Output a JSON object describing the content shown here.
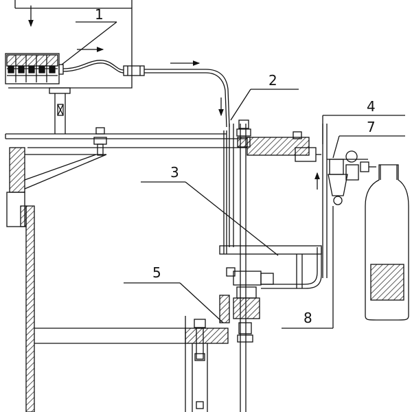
{
  "labels": {
    "l1": "1",
    "l2": "2",
    "l3": "3",
    "l4": "4",
    "l5": "5",
    "l7": "7",
    "l8": "8"
  },
  "colors": {
    "line": "#111111",
    "hatch": "#111111",
    "background": "#ffffff"
  }
}
